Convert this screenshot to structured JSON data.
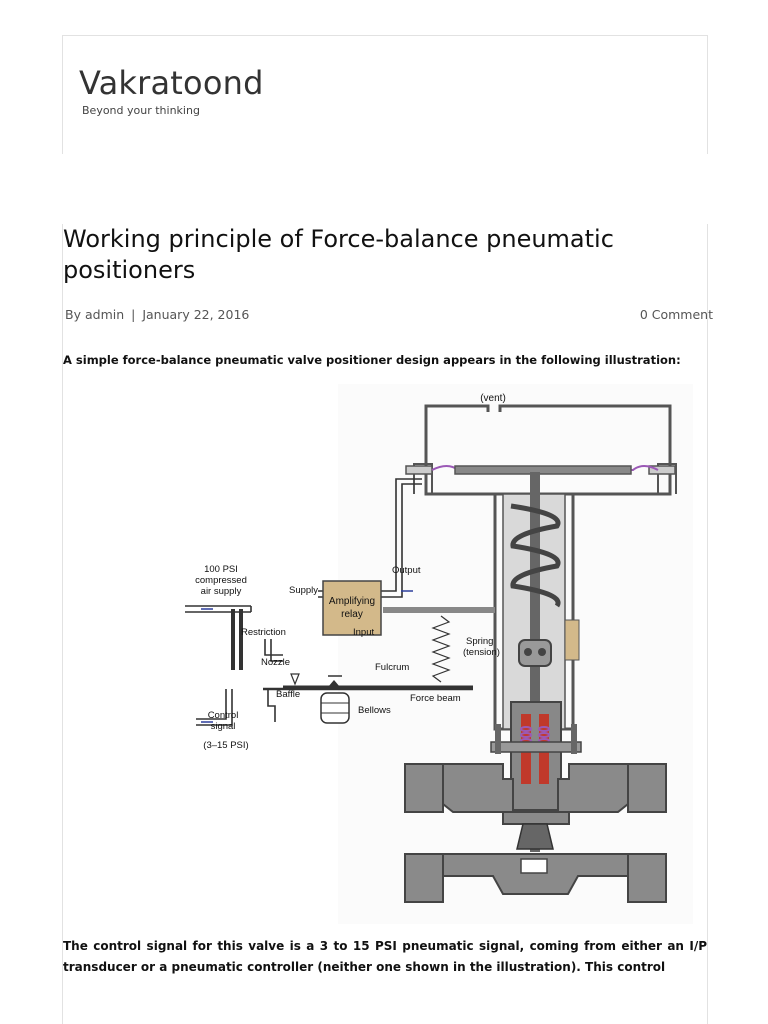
{
  "site": {
    "title": "Vakratoond",
    "tagline": "Beyond your thinking"
  },
  "article": {
    "title": "Working principle of Force-balance pneumatic positioners",
    "meta": {
      "by_label": "By",
      "author": "admin",
      "date": "January 22, 2016",
      "comments": "0 Comment"
    },
    "intro": "A simple force-balance pneumatic valve positioner design appears in the following illustration:",
    "body": "The control signal for this valve is a 3 to 15 PSI pneumatic signal, coming from either an I/P transducer or a pneumatic controller (neither one shown in the illustration). This control"
  },
  "figure": {
    "labels": {
      "vent": "(vent)",
      "supply_100": "100 PSI",
      "supply_compressed": "compressed",
      "supply_air": "air supply",
      "supply": "Supply",
      "output": "Output",
      "relay_line1": "Amplifying",
      "relay_line2": "relay",
      "restriction": "Restriction",
      "input": "Input",
      "nozzle": "Nozzle",
      "baffle": "Baffle",
      "fulcrum": "Fulcrum",
      "force_beam": "Force beam",
      "spring": "Spring",
      "tension": "(tension)",
      "bellows": "Bellows",
      "control": "Control",
      "signal": "signal",
      "range": "(3–15 PSI)"
    },
    "colors": {
      "relay": "#d3b98a",
      "body_gray": "#7a7a7a",
      "packing_red": "#c0392b",
      "diaphragm": "#9b59b6",
      "arrow_blue": "#2c3e9c"
    }
  }
}
